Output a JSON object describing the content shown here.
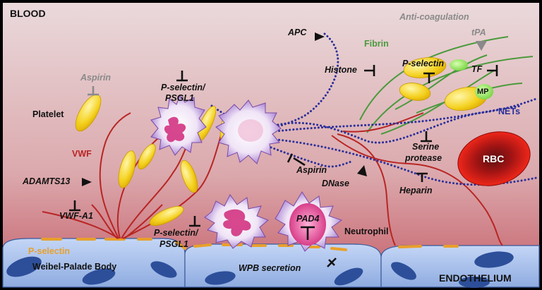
{
  "regions": {
    "blood": "BLOOD",
    "endothelium": "ENDOTHELIUM"
  },
  "labels": {
    "anticoagulation": "Anti-coagulation",
    "tpa": "tPA",
    "fibrin": "Fibrin",
    "apc": "APC",
    "histone": "Histone",
    "pselectin_top": "P-selectin",
    "tf": "TF",
    "mp": "MP",
    "nets": "NETs",
    "aspirin_top": "Aspirin",
    "pselectin_psgl1_top_line1": "P-selectin/",
    "pselectin_psgl1_top_line2": "PSGL1",
    "platelet": "Platelet",
    "vwf": "VWF",
    "adamts13": "ADAMTS13",
    "vwf_a1": "VWF-A1",
    "aspirin_mid": "Aspirin",
    "dnase": "DNase",
    "serine_protease_line1": "Serine",
    "serine_protease_line2": "protease",
    "heparin": "Heparin",
    "rbc": "RBC",
    "pad4": "PAD4",
    "neutrophil": "Neutrophil",
    "pselectin_psgl1_bottom_line1": "P-selectin/",
    "pselectin_psgl1_bottom_line2": "PSGL1",
    "pselectin_endo": "P-selectin",
    "weibel_palade": "Weibel-Palade Body",
    "wpb_secretion": "WPB secretion"
  },
  "colors": {
    "blood_top": "#e7d6d8",
    "blood_bottom": "#c96a73",
    "endothelium": "#a9c2ee",
    "nucleus": "#2d4f9a",
    "vwf": "#b82524",
    "fibrin": "#4a9a3c",
    "nets": "#2a2f9a",
    "platelet": "#f3d01d",
    "neutrophil": "#9a6fcc",
    "pselectin": "#e4a130",
    "rbc": "#d40f0f",
    "mp": "#8be055",
    "inhibit_gray": "#8a8a8a"
  }
}
